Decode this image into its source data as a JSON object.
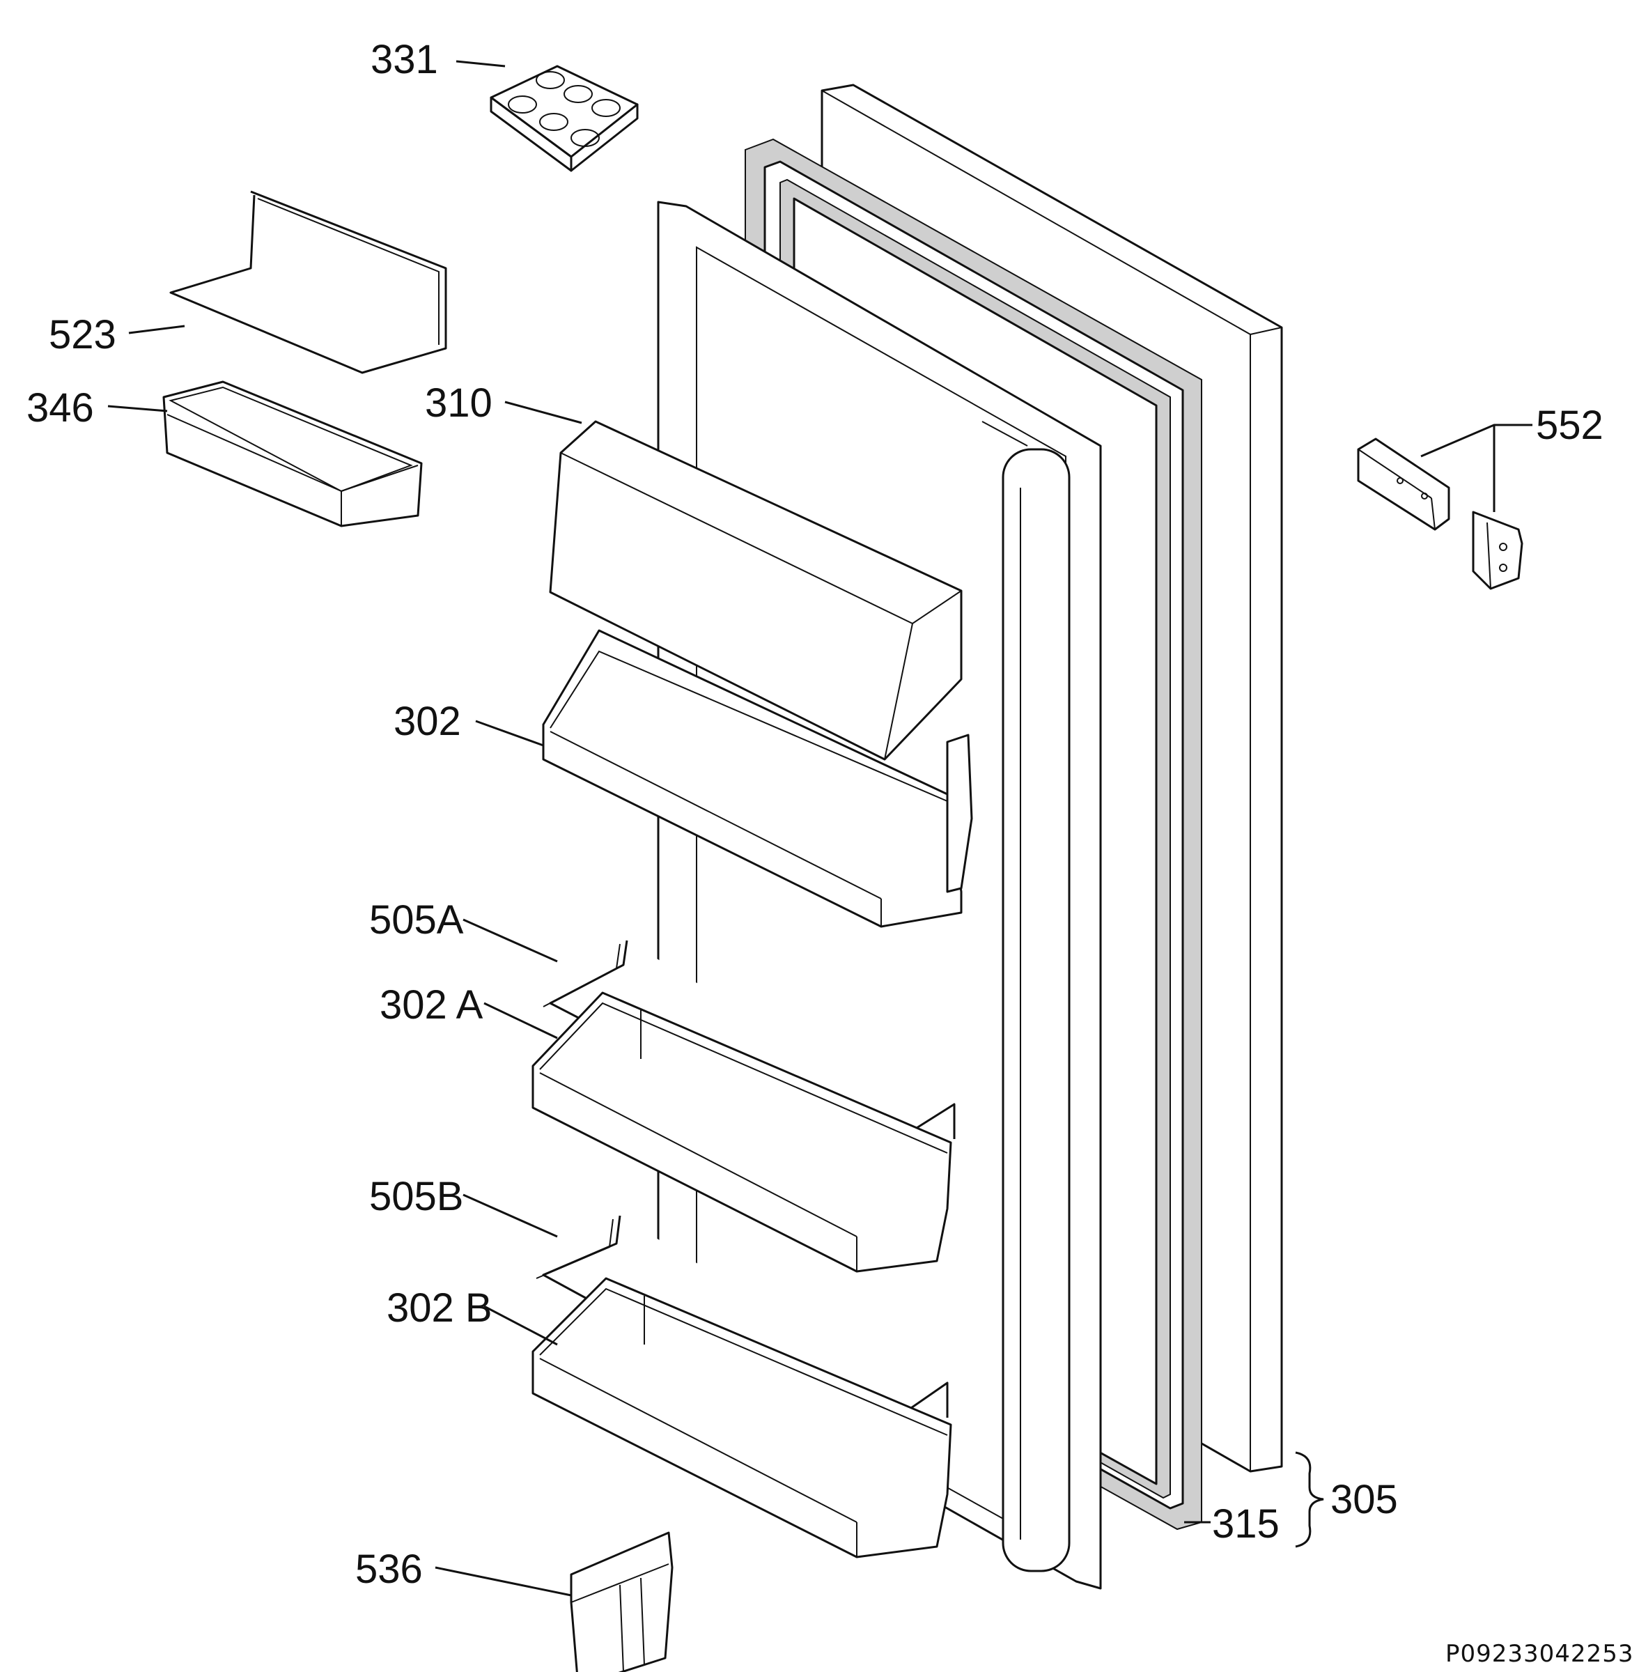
{
  "labels": {
    "l331": "331",
    "l523": "523",
    "l346": "346",
    "l310": "310",
    "l552": "552",
    "l302": "302",
    "l505a": "505A",
    "l302a": "302 A",
    "l505b": "505B",
    "l302b": "302 B",
    "l536": "536",
    "l315": "315",
    "l305": "305"
  },
  "document_code": "P09233042253"
}
